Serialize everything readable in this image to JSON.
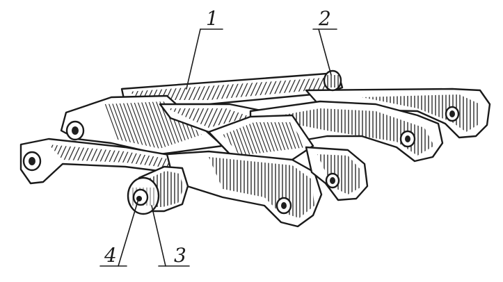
{
  "diagram": {
    "callouts": [
      {
        "id": "callout-1",
        "label": "1"
      },
      {
        "id": "callout-2",
        "label": "2"
      },
      {
        "id": "callout-3",
        "label": "3"
      },
      {
        "id": "callout-4",
        "label": "4"
      }
    ]
  },
  "colors": {
    "ink": "#1a1a1a",
    "paper": "#ffffff"
  }
}
